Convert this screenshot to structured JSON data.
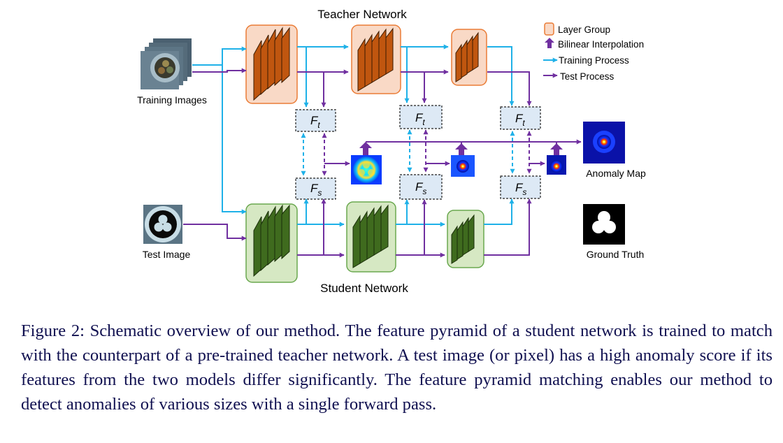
{
  "diagram": {
    "teacher_title": "Teacher Network",
    "student_title": "Student Network",
    "training_images_label": "Training Images",
    "test_image_label": "Test Image",
    "anomaly_map_label": "Anomaly Map",
    "ground_truth_label": "Ground Truth",
    "ft_main": "F",
    "ft_sub": "t",
    "fs_main": "F",
    "fs_sub": "s",
    "legend": {
      "layer_group": "Layer Group",
      "bilinear": "Bilinear Interpolation",
      "training": "Training Process",
      "test": "Test Process"
    },
    "colors": {
      "teacher_fill": "#f9d9c6",
      "teacher_border": "#ea7c36",
      "teacher_layer": "#c0560f",
      "student_fill": "#d6e8c3",
      "student_border": "#6aa84f",
      "student_layer": "#3f6b1e",
      "training_arrow": "#1fb1e8",
      "test_arrow": "#7030a0",
      "feature_box": "#dde9f5"
    }
  },
  "caption": "Figure 2: Schematic overview of our method. The feature pyramid of a student network is trained to match with the counterpart of a pre-trained teacher network. A test image (or pixel) has a high anomaly score if its features from the two models differ significantly. The feature pyramid matching enables our method to detect anomalies of various sizes with a single forward pass."
}
